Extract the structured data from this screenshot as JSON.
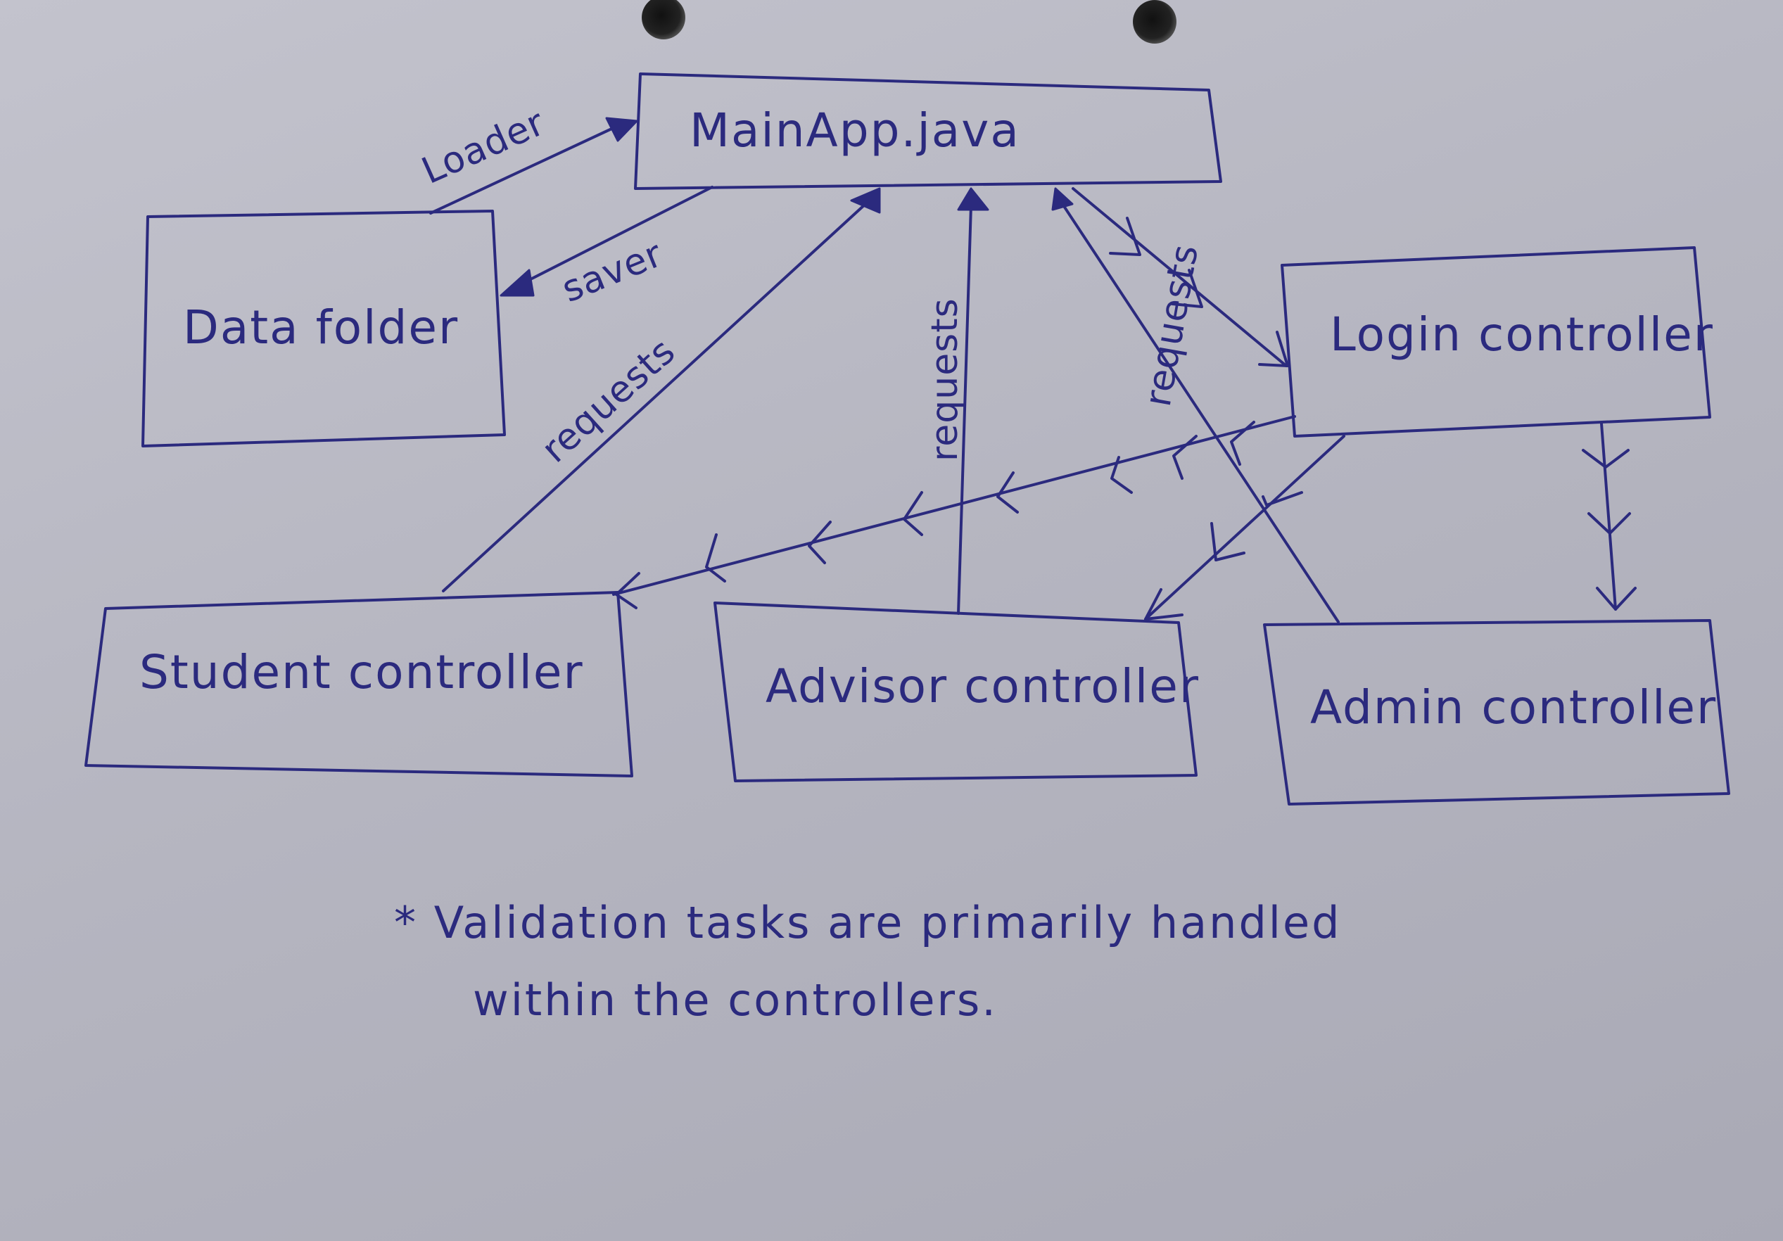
{
  "nodes": {
    "main_app": "MainApp.java",
    "data_folder": "Data folder",
    "login": "Login controller",
    "student": "Student controller",
    "advisor": "Advisor controller",
    "admin": "Admin controller"
  },
  "edges": {
    "loader": "Loader",
    "saver": "saver",
    "requests_student": "requests",
    "requests_advisor": "requests",
    "requests_admin": "requests"
  },
  "note": {
    "line_1": "* Validation tasks are primarily handled",
    "line_2": "within the controllers."
  },
  "colors": {
    "ink": "#2b2a7e",
    "paper": "#b8b8c3"
  }
}
